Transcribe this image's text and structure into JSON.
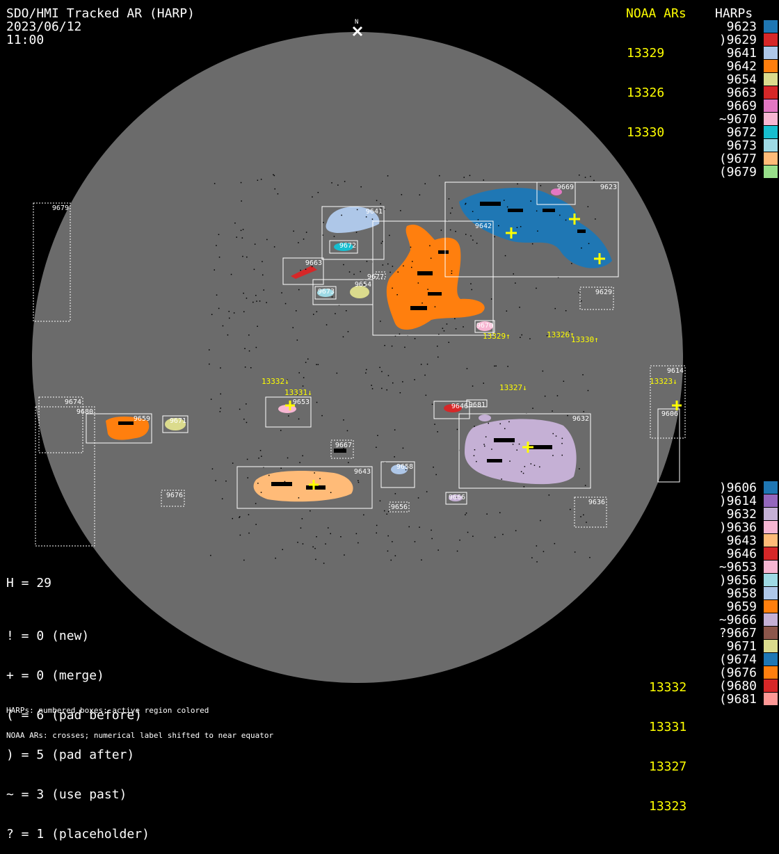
{
  "title": "SDO/HMI Tracked AR (HARP)",
  "date": "2023/06/12",
  "time": "11:00",
  "north_marker": "N",
  "noaa_header": "NOAA ARs",
  "harp_header": "HARPs",
  "noaa_top": [
    "13329",
    "13326",
    "13330"
  ],
  "noaa_bottom": [
    "13332",
    "13331",
    "13327",
    "13323"
  ],
  "harps_top": [
    {
      "label": "9623",
      "color": "#1f77b4"
    },
    {
      "label": ")9629",
      "color": "#d62728"
    },
    {
      "label": "9641",
      "color": "#aec7e8"
    },
    {
      "label": "9642",
      "color": "#ff7f0e"
    },
    {
      "label": "9654",
      "color": "#dbdb8d"
    },
    {
      "label": "9663",
      "color": "#d62728"
    },
    {
      "label": "9669",
      "color": "#e377c2"
    },
    {
      "label": "~9670",
      "color": "#f7b6d2"
    },
    {
      "label": "9672",
      "color": "#17becf"
    },
    {
      "label": "9673",
      "color": "#9edae5"
    },
    {
      "label": "(9677",
      "color": "#ffbb78"
    },
    {
      "label": "(9679",
      "color": "#98df8a"
    }
  ],
  "harps_bottom": [
    {
      "label": ")9606",
      "color": "#1f77b4"
    },
    {
      "label": ")9614",
      "color": "#9467bd"
    },
    {
      "label": "9632",
      "color": "#c5b0d5"
    },
    {
      "label": ")9636",
      "color": "#f7b6d2"
    },
    {
      "label": "9643",
      "color": "#ffbb78"
    },
    {
      "label": "9646",
      "color": "#d62728"
    },
    {
      "label": "~9653",
      "color": "#f7b6d2"
    },
    {
      "label": ")9656",
      "color": "#9edae5"
    },
    {
      "label": "9658",
      "color": "#aec7e8"
    },
    {
      "label": "9659",
      "color": "#ff7f0e"
    },
    {
      "label": "~9666",
      "color": "#c5b0d5"
    },
    {
      "label": "?9667",
      "color": "#8c564b"
    },
    {
      "label": "9671",
      "color": "#dbdb8d"
    },
    {
      "label": "(9674",
      "color": "#1f77b4"
    },
    {
      "label": "(9676",
      "color": "#ff7f0e"
    },
    {
      "label": "(9680",
      "color": "#d62728"
    },
    {
      "label": "(9681",
      "color": "#ff9896"
    }
  ],
  "stats": {
    "h": "H = 29",
    "lines": [
      "! = 0 (new)",
      "+ = 0 (merge)",
      "( = 6 (pad before)",
      ") = 5 (pad after)",
      "~ = 3 (use past)",
      "? = 1 (placeholder)"
    ]
  },
  "footer": [
    "HARPs: numbered boxes; active region colored",
    "NOAA ARs: crosses; numerical label shifted to near equator"
  ],
  "disk": {
    "harp_boxes": [
      {
        "label": "9623",
        "style": "solid"
      },
      {
        "label": "9669",
        "style": "solid"
      },
      {
        "label": "9642",
        "style": "solid"
      },
      {
        "label": "9641",
        "style": "solid"
      },
      {
        "label": "9672",
        "style": "solid"
      },
      {
        "label": "9663",
        "style": "solid"
      },
      {
        "label": "9677",
        "style": "dotted"
      },
      {
        "label": "9654",
        "style": "solid"
      },
      {
        "label": "9673",
        "style": "solid"
      },
      {
        "label": "9629",
        "style": "dotted"
      },
      {
        "label": "9670",
        "style": "solid"
      },
      {
        "label": "9679",
        "style": "dotted"
      },
      {
        "label": "9674",
        "style": "dotted"
      },
      {
        "label": "9680",
        "style": "dotted"
      },
      {
        "label": "9659",
        "style": "solid"
      },
      {
        "label": "9671",
        "style": "solid"
      },
      {
        "label": "9653",
        "style": "solid"
      },
      {
        "label": "9667",
        "style": "dotted"
      },
      {
        "label": "9676",
        "style": "dotted"
      },
      {
        "label": "9643",
        "style": "solid"
      },
      {
        "label": "9658",
        "style": "solid"
      },
      {
        "label": "9656",
        "style": "dotted"
      },
      {
        "label": "9666",
        "style": "solid"
      },
      {
        "label": "9646",
        "style": "solid"
      },
      {
        "label": "9681",
        "style": "solid"
      },
      {
        "label": "9632",
        "style": "solid"
      },
      {
        "label": "9636",
        "style": "dotted"
      },
      {
        "label": "9614",
        "style": "dotted"
      },
      {
        "label": "9606",
        "style": "dotted"
      }
    ],
    "noaa_labels": [
      "13329↑",
      "13326↑",
      "13330↑",
      "13332↓",
      "13331↓",
      "13327↓",
      "13323↓"
    ],
    "colors": {
      "disk": "#6b6b6b",
      "noaa": "#ffff00",
      "box": "#ffffff",
      "spots": "#000000"
    }
  }
}
